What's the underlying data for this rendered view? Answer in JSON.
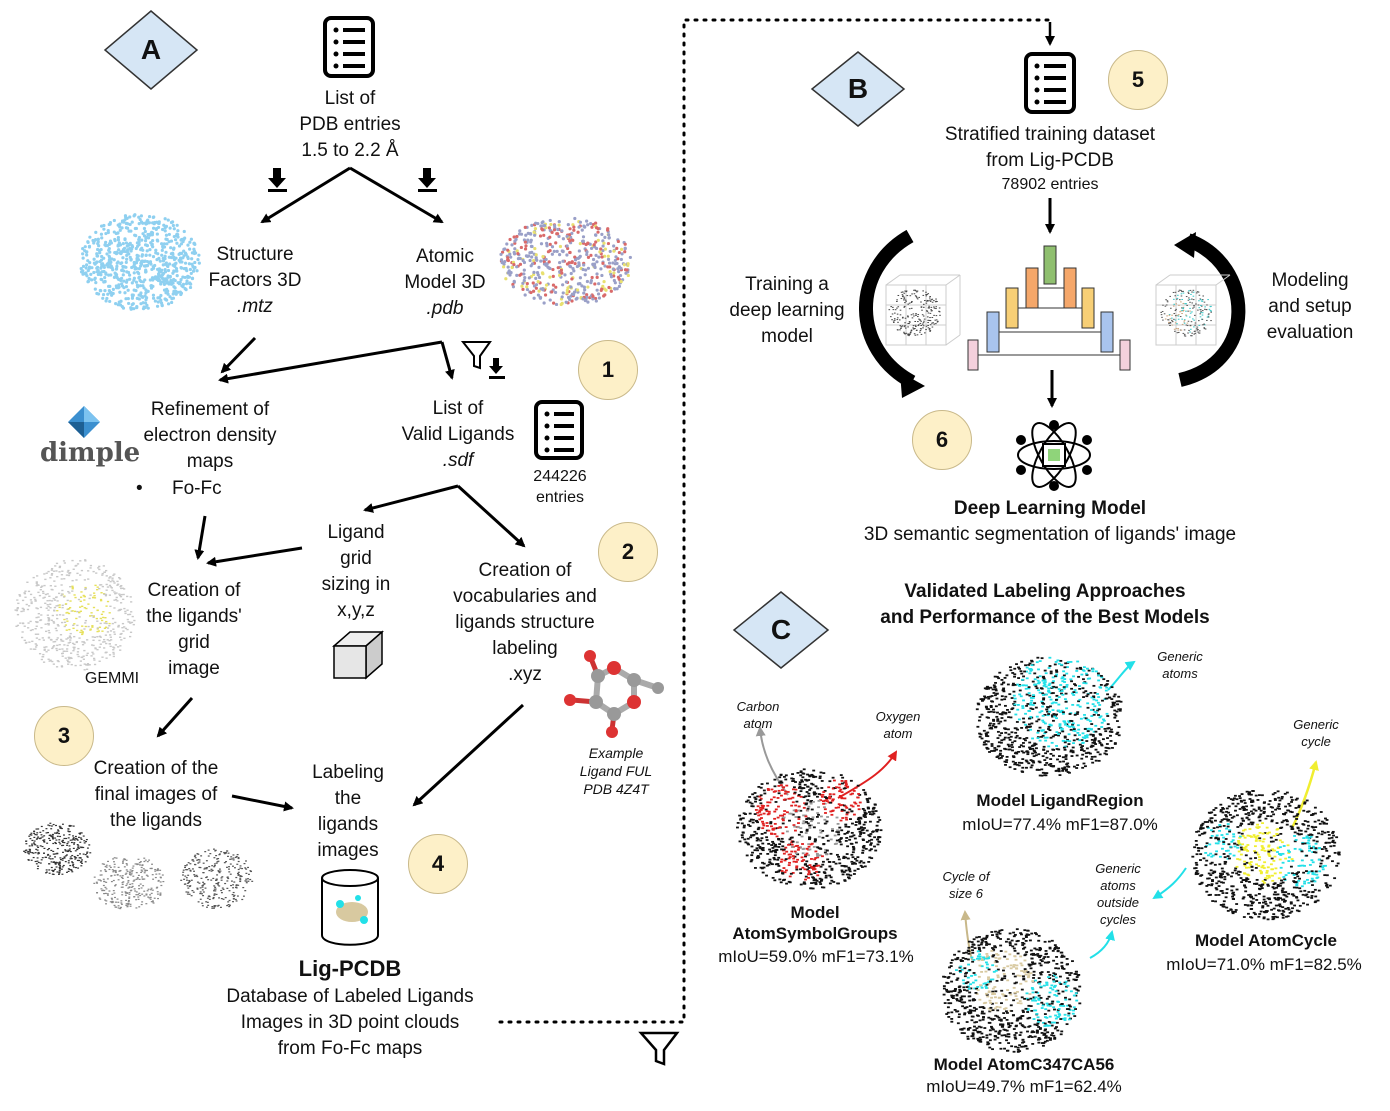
{
  "panels": {
    "a": "A",
    "b": "B",
    "c": "C"
  },
  "steps": [
    "1",
    "2",
    "3",
    "4",
    "5",
    "6"
  ],
  "pdb_list": "List of\nPDB entries\n1.5 to 2.2 Å",
  "structure_factors": {
    "line1": "Structure",
    "line2": "Factors 3D",
    "ext": ".mtz"
  },
  "atomic_model": {
    "line1": "Atomic",
    "line2": "Model 3D",
    "ext": ".pdb"
  },
  "dimple_logo": "dimple",
  "refinement": {
    "text": "Refinement of\nelectron density\nmaps",
    "bullet": "Fo-Fc"
  },
  "valid_ligands": {
    "text": "List of\nValid Ligands",
    "ext": ".sdf",
    "count": "244226\nentries"
  },
  "grid_sizing": "Ligand\ngrid\nsizing in\nx,y,z",
  "vocabularies": "Creation of\nvocabularies and\nligands structure\nlabeling",
  "vocab_ext": ".xyz",
  "grid_image": "Creation of\nthe ligands'\ngrid\nimage",
  "gemmi": "GEMMI",
  "example_ligand": "Example\nLigand FUL\nPDB 4Z4T",
  "final_images": "Creation of the\nfinal images of\nthe ligands",
  "labeling": "Labeling\nthe\nligands\nimages",
  "lig_pcdb": {
    "title": "Lig-PCDB",
    "desc": "Database of Labeled Ligands\nImages in 3D point clouds\nfrom Fo-Fc maps"
  },
  "stratified": {
    "text": "Stratified training dataset\nfrom Lig-PCDB",
    "count": "78902 entries"
  },
  "training": "Training a\ndeep learning\nmodel",
  "modeling": "Modeling\nand setup\nevaluation",
  "dl_model": {
    "title": "Deep Learning Model",
    "desc": "3D semantic segmentation of ligands' image"
  },
  "validated": {
    "title": "Validated Labeling Approaches\nand Performance of the Best Models"
  },
  "models": [
    {
      "name": "Model\nAtomSymbolGroups",
      "metrics": "mIoU=59.0%  mF1=73.1%",
      "ann": [
        "Carbon\natom",
        "Oxygen\natom"
      ]
    },
    {
      "name": "Model LigandRegion",
      "metrics": "mIoU=77.4% mF1=87.0%",
      "ann": [
        "Generic\natoms"
      ]
    },
    {
      "name": "Model AtomC347CA56",
      "metrics": "mIoU=49.7%  mF1=62.4%",
      "ann": [
        "Cycle of\nsize 6",
        "Generic\natoms\noutside\ncycles"
      ]
    },
    {
      "name": "Model AtomCycle",
      "metrics": "mIoU=71.0% mF1=82.5%",
      "ann": [
        "Generic\ncycle"
      ]
    }
  ],
  "colors": {
    "diamond": "#d6e6f5",
    "step_circle": "#fdf0c8",
    "cyan": "#22e0e8",
    "red": "#e02020",
    "yellow": "#f0ee30",
    "tan": "#d8c9a0"
  }
}
